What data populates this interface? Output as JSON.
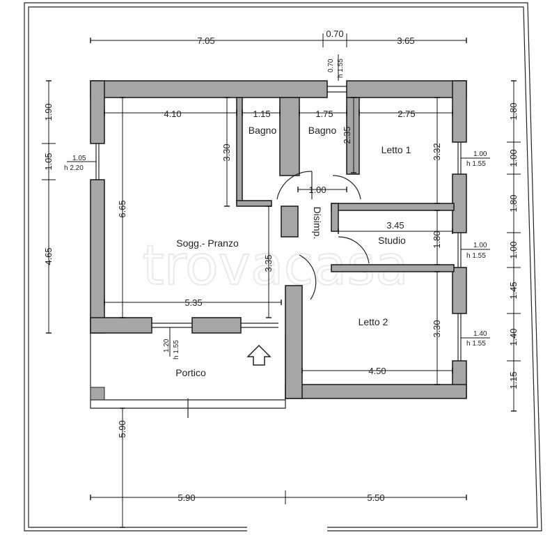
{
  "rooms": {
    "soggiorno": "Sogg.- Pranzo",
    "bagno1": "Bagno",
    "bagno2": "Bagno",
    "letto1": "Letto 1",
    "studio": "Studio",
    "letto2": "Letto 2",
    "disimpegno": "Disimp.",
    "portico": "Portico"
  },
  "watermark": "trovacasa",
  "dims_top": [
    "7.05",
    "0.70",
    "3.65"
  ],
  "dims_bottom": [
    "5.90",
    "5.50"
  ],
  "dims_left": [
    "1.90",
    "1.05",
    "4.65"
  ],
  "dims_right": [
    "1.80",
    "1.00",
    "1.80",
    "1.00",
    "1.45",
    "1.40",
    "1.15"
  ],
  "dims_inner": {
    "sogg_width": "4.10",
    "sogg_height": "6.65",
    "sogg_partial": "3.30",
    "sogg_bottom_width": "5.35",
    "sogg_lower_height": "3.35",
    "bagno1_width": "1.15",
    "bagno2_width": "1.75",
    "bagno2_height": "2.35",
    "letto1_width": "2.75",
    "letto1_height": "3.32",
    "disimp_width": "1.00",
    "studio_width": "3.45",
    "studio_height": "1.80",
    "letto2_height": "3.30",
    "letto2_width": "4.50",
    "portico_depth": "5.90"
  },
  "windows": {
    "top_w": "0.70",
    "top_h": "h 1.55",
    "left_w": "1.05",
    "left_h": "h 2.20",
    "letto1_w": "1.00",
    "letto1_h": "h 1.55",
    "studio_w": "1.00",
    "studio_h": "h 1.55",
    "letto2_w": "1.40",
    "letto2_h": "h 1.55",
    "portico_w": "1.20",
    "portico_h": "h 1.55"
  }
}
